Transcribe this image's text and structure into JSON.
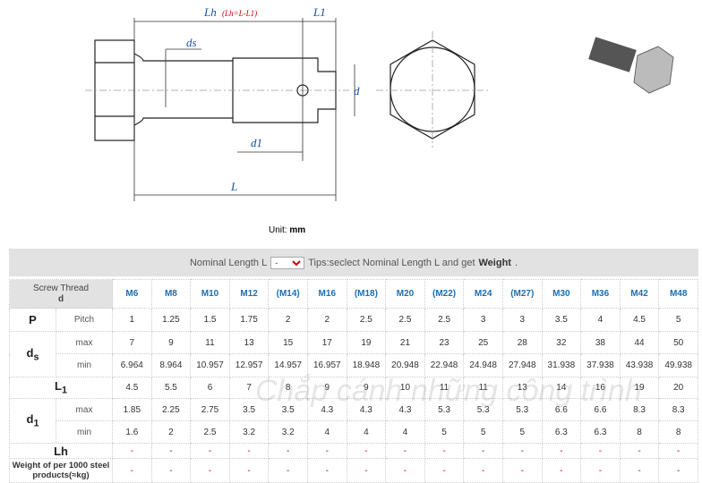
{
  "drawing": {
    "lh_label": "Lh",
    "lh_formula": "(Lh=L-L1)",
    "l1_label": "L1",
    "ds_label": "ds",
    "d_label": "d",
    "d1_label": "d1",
    "l_label": "L"
  },
  "unit": {
    "label": "Unit:",
    "value": "mm"
  },
  "tips": {
    "label": "Nominal Length L",
    "selected": "-",
    "tip_text": "Tips:seclect Nominal Length L and get",
    "tip_bold": "Weight",
    "tip_end": "."
  },
  "watermark": "Chắp cánh những công trình",
  "table": {
    "header_label": "Screw Thread",
    "header_sym": "d",
    "columns": [
      "M6",
      "M8",
      "M10",
      "M12",
      "(M14)",
      "M16",
      "(M18)",
      "M20",
      "(M22)",
      "M24",
      "(M27)",
      "M30",
      "M36",
      "M42",
      "M48"
    ],
    "rows": [
      {
        "sym": "P",
        "sub": "Pitch",
        "values": [
          "1",
          "1.25",
          "1.5",
          "1.75",
          "2",
          "2",
          "2.5",
          "2.5",
          "2.5",
          "3",
          "3",
          "3.5",
          "4",
          "4.5",
          "5"
        ]
      },
      {
        "sym": "ds",
        "sub": "max",
        "values": [
          "7",
          "9",
          "11",
          "13",
          "15",
          "17",
          "19",
          "21",
          "23",
          "25",
          "28",
          "32",
          "38",
          "44",
          "50"
        ]
      },
      {
        "sym": "",
        "sub": "min",
        "values": [
          "6.964",
          "8.964",
          "10.957",
          "12.957",
          "14.957",
          "16.957",
          "18.948",
          "20.948",
          "22.948",
          "24.948",
          "27.948",
          "31.938",
          "37.938",
          "43.938",
          "49.938"
        ]
      },
      {
        "sym": "L1",
        "sub": "",
        "values": [
          "4.5",
          "5.5",
          "6",
          "7",
          "8",
          "9",
          "9",
          "10",
          "11",
          "11",
          "13",
          "14",
          "16",
          "19",
          "20"
        ]
      },
      {
        "sym": "d1",
        "sub": "max",
        "values": [
          "1.85",
          "2.25",
          "2.75",
          "3.5",
          "3.5",
          "4.3",
          "4.3",
          "4.3",
          "5.3",
          "5.3",
          "5.3",
          "6.6",
          "6.6",
          "8.3",
          "8.3"
        ]
      },
      {
        "sym": "",
        "sub": "min",
        "values": [
          "1.6",
          "2",
          "2.5",
          "3.2",
          "3.2",
          "4",
          "4",
          "4",
          "5",
          "5",
          "5",
          "6.3",
          "6.3",
          "8",
          "8"
        ]
      },
      {
        "sym": "Lh",
        "sub": "",
        "values": [
          "-",
          "-",
          "-",
          "-",
          "-",
          "-",
          "-",
          "-",
          "-",
          "-",
          "-",
          "-",
          "-",
          "-",
          "-"
        ]
      },
      {
        "sym": "Weight of per 1000 steel products(≈kg)",
        "sub": "",
        "values": [
          "-",
          "-",
          "-",
          "-",
          "-",
          "-",
          "-",
          "-",
          "-",
          "-",
          "-",
          "-",
          "-",
          "-",
          "-"
        ]
      }
    ]
  }
}
